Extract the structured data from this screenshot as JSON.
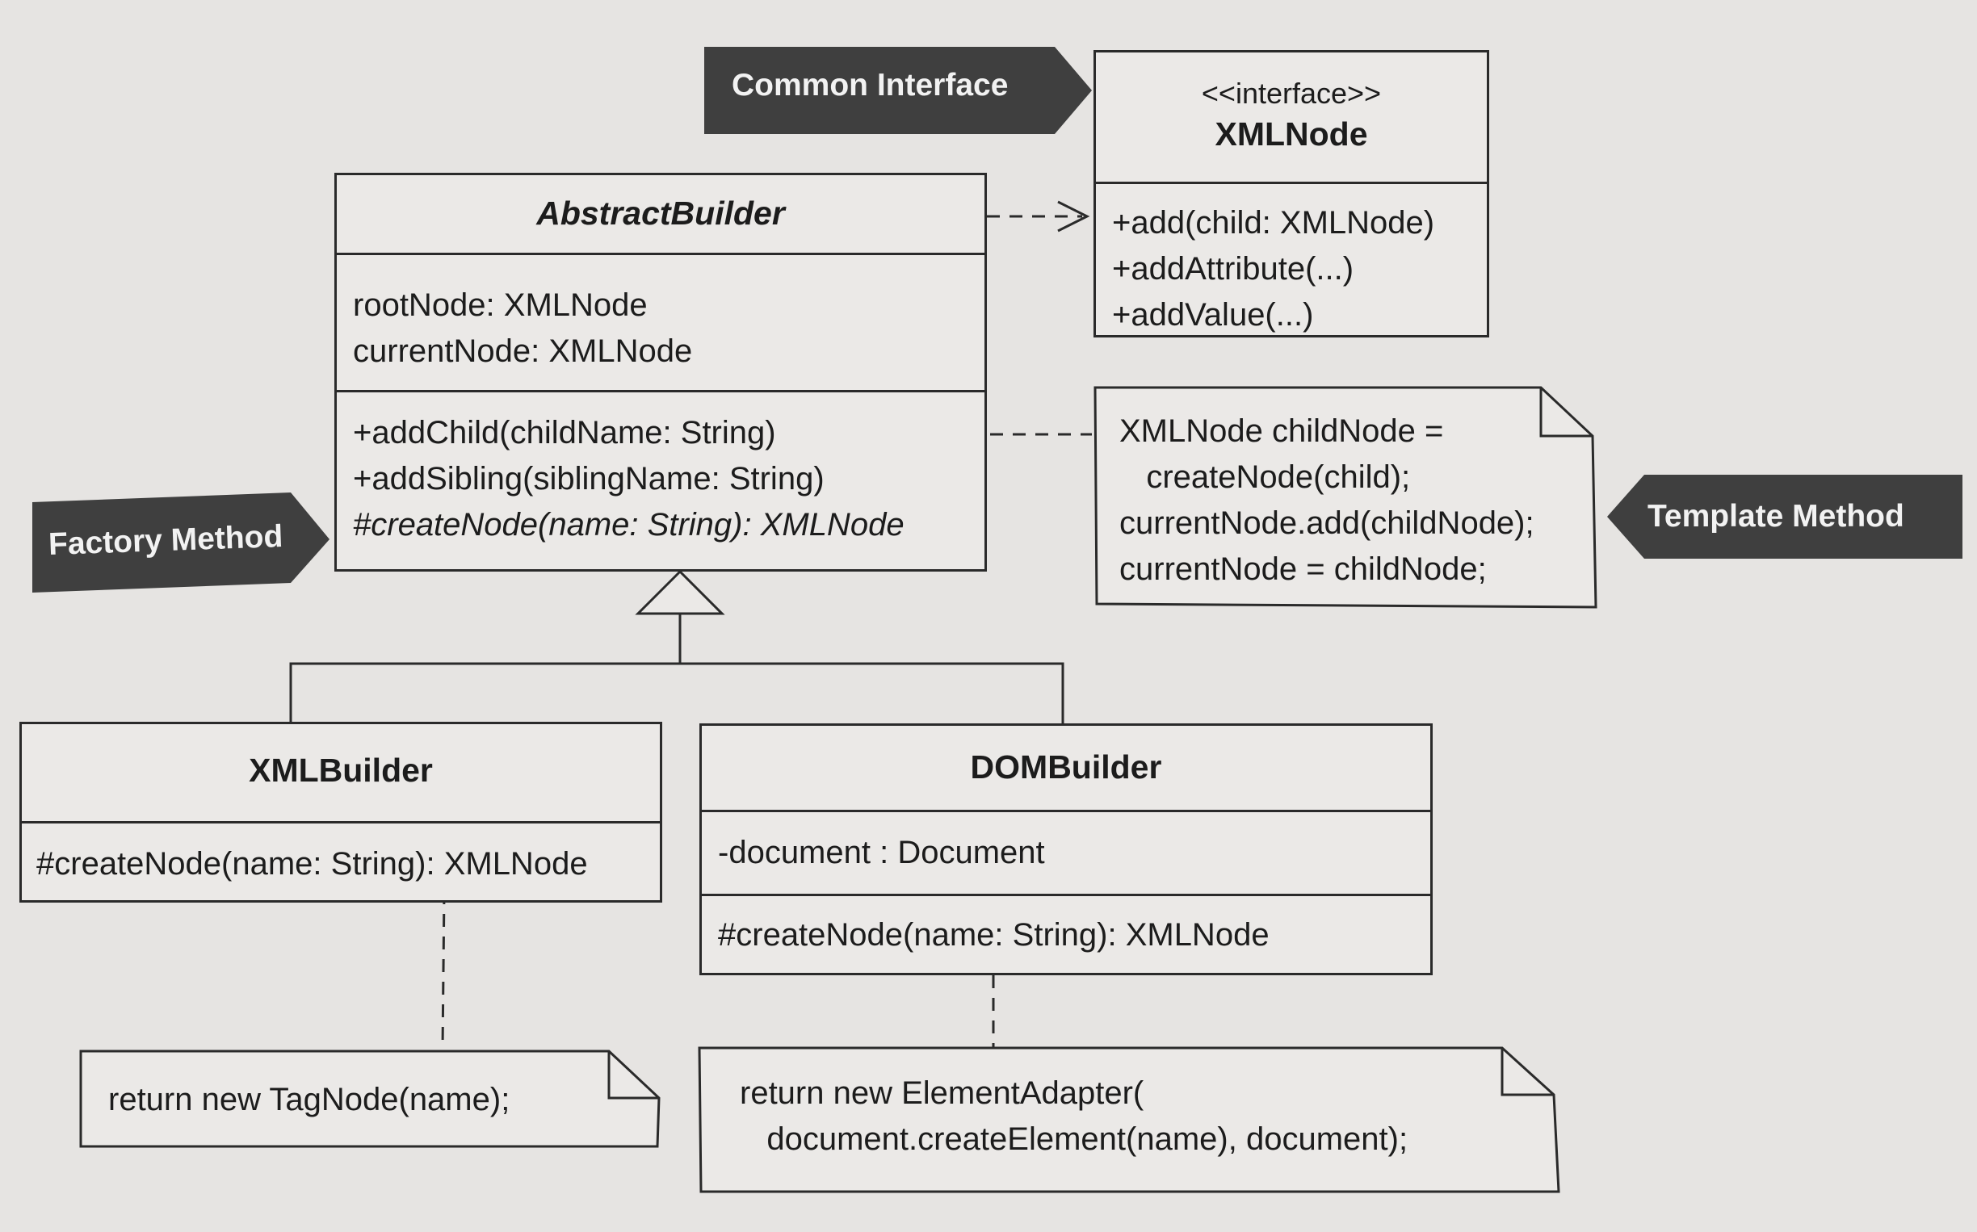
{
  "tags": {
    "common_interface": "Common Interface",
    "factory_method": "Factory Method",
    "template_method": "Template Method"
  },
  "xmlnode": {
    "stereotype": "<<interface>>",
    "name": "XMLNode",
    "methods": [
      "+add(child: XMLNode)",
      "+addAttribute(...)",
      "+addValue(...)"
    ]
  },
  "abstract_builder": {
    "name": "AbstractBuilder",
    "fields": [
      "rootNode: XMLNode",
      "currentNode: XMLNode"
    ],
    "methods": [
      "+addChild(childName: String)",
      "+addSibling(siblingName: String)",
      "#createNode(name: String): XMLNode"
    ]
  },
  "template_note": {
    "lines": [
      "XMLNode childNode =",
      "   createNode(child);",
      "currentNode.add(childNode);",
      "currentNode = childNode;"
    ]
  },
  "xml_builder": {
    "name": "XMLBuilder",
    "methods": [
      "#createNode(name: String): XMLNode"
    ]
  },
  "dom_builder": {
    "name": "DOMBuilder",
    "fields": [
      "-document : Document"
    ],
    "methods": [
      "#createNode(name: String): XMLNode"
    ]
  },
  "xml_note": {
    "lines": [
      "return new TagNode(name);"
    ]
  },
  "dom_note": {
    "lines": [
      "return new ElementAdapter(",
      "   document.createElement(name), document);"
    ]
  },
  "colors": {
    "tag_fill": "#3f3f3f",
    "line": "#2a2a2a",
    "background": "#e6e4e2"
  }
}
